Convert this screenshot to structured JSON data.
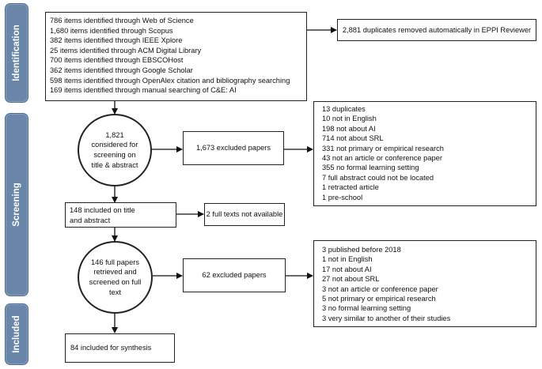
{
  "phases": {
    "identification": "Identification",
    "screening": "Screening",
    "included": "Included"
  },
  "identification": {
    "sources": [
      "786 items identified through Web of Science",
      "1,680 items identified through Scopus",
      "382 items identified through IEEE Xplore",
      "25 items identified through ACM Digital Library",
      "700 items identified through EBSCOHost",
      "362 items identified through Google Scholar",
      "598 items identified through OpenAlex citation and bibliography searching",
      "169 items identified through manual searching of C&E: AI"
    ],
    "duplicates_removed": "2,881 duplicates removed automatically in EPPI Reviewer"
  },
  "screening": {
    "title_abstract_circle": [
      "1,821",
      "considered for",
      "screening on",
      "title & abstract"
    ],
    "excluded_title_abstract": "1,673 excluded papers",
    "exclusion_reasons_1": [
      "13 duplicates",
      "10 not in English",
      "198 not about AI",
      "714 not about SRL",
      "331 not primary or empirical research",
      "43 not an article or conference paper",
      "355 no formal learning setting",
      "7 full abstract could not be located",
      "1 retracted article",
      "1 pre-school"
    ],
    "included_title_abstract": [
      "148 included on title",
      "and abstract"
    ],
    "full_texts_unavailable": "2 full texts not available",
    "full_text_circle": [
      "146 full papers",
      "retrieved and",
      "screened on full",
      "text"
    ],
    "excluded_full_text": "62 excluded papers",
    "exclusion_reasons_2": [
      "3 published before 2018",
      "1 not in English",
      "17 not about AI",
      "27 not about SRL",
      "3 not an article or conference paper",
      "5 not primary or empirical research",
      "3 no formal learning setting",
      "3 very similar to another of their studies"
    ]
  },
  "included": {
    "synthesis": "84 included for synthesis"
  }
}
